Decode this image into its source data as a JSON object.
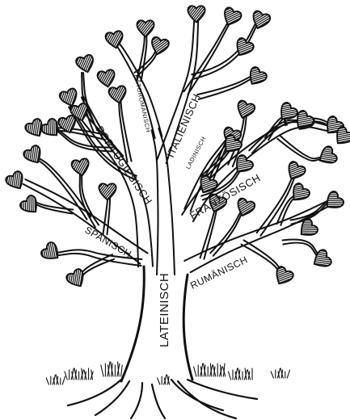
{
  "diagram": {
    "trunk": {
      "label": "LATEINISCH"
    },
    "branches": [
      {
        "id": "raetoromanisch",
        "label": "RÄTOROMANISCH"
      },
      {
        "id": "italienisch",
        "label": "ITALIENISCH"
      },
      {
        "id": "ladinisch",
        "label": "LADINISCH"
      },
      {
        "id": "portugiesisch",
        "label": "PORTUGIESISCH"
      },
      {
        "id": "franzoesisch",
        "label": "FRANZÖSISCH"
      },
      {
        "id": "spanisch",
        "label": "SPANISCH"
      },
      {
        "id": "rumaenisch",
        "label": "RUMÄNISCH"
      }
    ]
  },
  "colors": {
    "ink": "#111111",
    "paper": "#ffffff"
  }
}
